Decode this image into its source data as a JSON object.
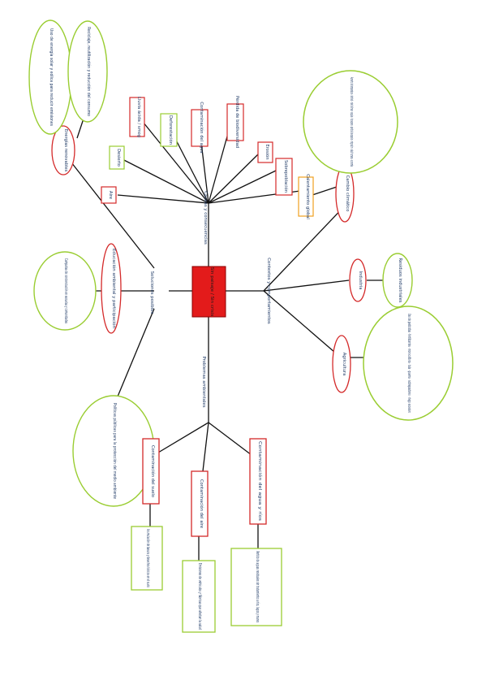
{
  "center": {
    "label": "Sin paisaje / Sin crisis"
  },
  "edge_labels": {
    "top": "Causas y consecuencias",
    "left": "Soluciones posibles",
    "right": "Contextos y comportamientos",
    "bottom": "Problemas ambientales"
  },
  "top_boxes": [
    {
      "id": "tb1",
      "label": "Aire"
    },
    {
      "id": "tb2",
      "label": "Desierto"
    },
    {
      "id": "tb3",
      "label": "Lluvia ácida / smog"
    },
    {
      "id": "tb4",
      "label": "Deforestación"
    },
    {
      "id": "tb5",
      "label": "Contaminación del agua"
    },
    {
      "id": "tb6",
      "label": "Pérdida de biodiversidad"
    },
    {
      "id": "tb7",
      "label": "Erosión"
    },
    {
      "id": "tb8",
      "label": "Sobrepoblación"
    },
    {
      "id": "tb9",
      "label": "Calentamiento global"
    }
  ],
  "top_right": {
    "ellipse_label": "Cambio climático",
    "ellipse_text": "Aumento de temperatura · deshielo · nivel del mar · sequías · huracanes · pérdida de especies · migración · salud humana · economía"
  },
  "top_left": {
    "ellipse_label": "Energías renovables",
    "green1": "Uso de energía solar y eólica para reducir emisiones",
    "green2": "Reciclaje, reutilización y reducción del consumo"
  },
  "left_branch": {
    "red_label": "Educación ambiental y participación",
    "green_text": "Campañas de concienciación en escuelas y comunidades",
    "green_bottom": "Políticas públicas para la protección del medio ambiente"
  },
  "right_branch": {
    "red1_label": "Industria",
    "green1_text": "Residuos industriales",
    "red2_label": "Agricultura",
    "green2_text": "Uso de pesticidas · fertilizantes · monocultivos · tala · quema · sobrepastoreo · riego excesivo"
  },
  "bottom_branch": [
    {
      "red": "Contaminación del suelo",
      "green": "Acumulación de basura y desechos tóxicos en el suelo"
    },
    {
      "red": "Contaminación del aire",
      "green": "Emisiones de vehículos y fábricas que afectan la salud"
    },
    {
      "red": "Contaminación del agua y ríos",
      "green": "Vertido de aguas residuales sin tratamiento a ríos, lagos y mares"
    }
  ],
  "colors": {
    "center_fill": "#e31b1b",
    "red_border": "#d42a2a",
    "green_border": "#9acd32",
    "orange_border": "#f0a020",
    "line": "#111111",
    "text": "#1f3a66"
  }
}
